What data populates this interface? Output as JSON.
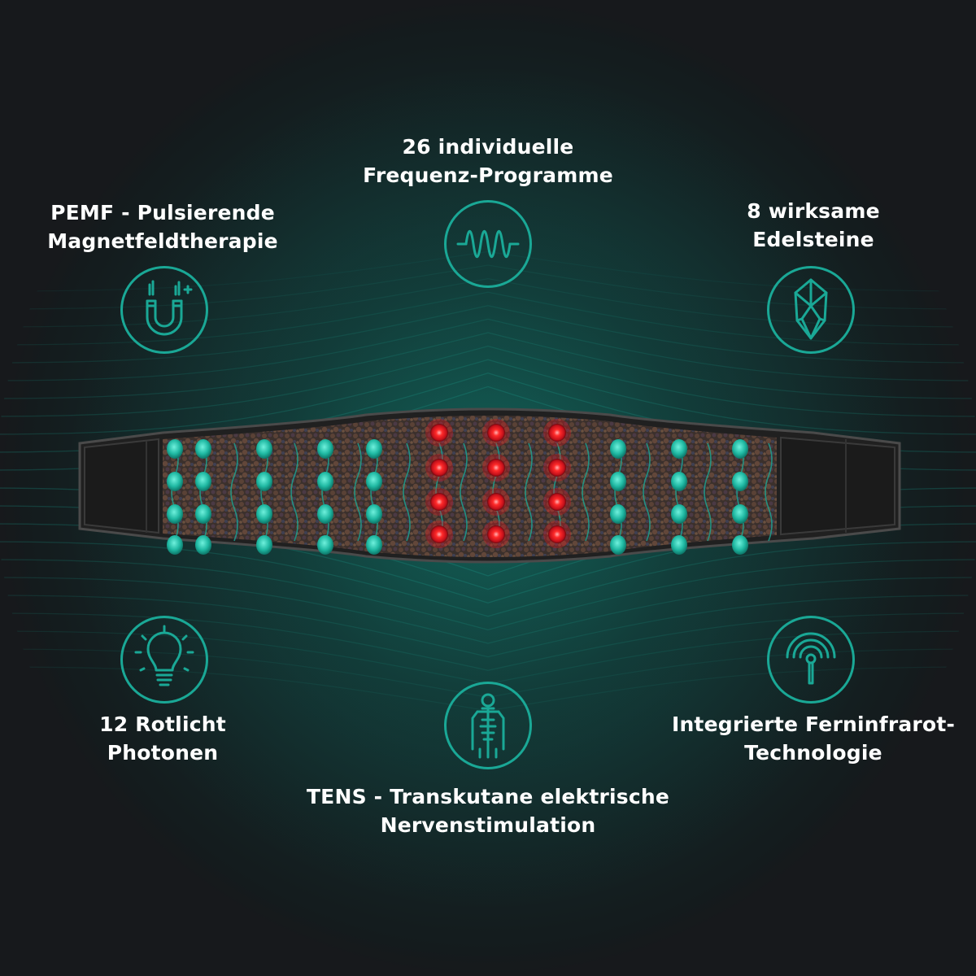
{
  "colors": {
    "background": "#17191c",
    "accent": "#1aa896",
    "text": "#ffffff",
    "led_red": "#e01b23"
  },
  "features": {
    "frequency": {
      "line1": "26 individuelle",
      "line2": "Frequenz-Programme",
      "icon": "sine-wave-icon"
    },
    "pemf": {
      "line1": "PEMF - Pulsierende",
      "line2": "Magnetfeldtherapie",
      "icon": "magnet-icon"
    },
    "gemstones": {
      "line1": "8 wirksame",
      "line2": "Edelsteine",
      "icon": "crystal-icon"
    },
    "redlight": {
      "line1": "12 Rotlicht",
      "line2": "Photonen",
      "icon": "light-bulb-icon"
    },
    "infrared": {
      "line1": "Integrierte Ferninfrarot-",
      "line2": "Technologie",
      "icon": "signal-antenna-icon"
    },
    "tens": {
      "line1": "TENS - Transkutane elektrische",
      "line2": "Nervenstimulation",
      "icon": "human-body-nerves-icon"
    }
  },
  "product": {
    "name": "therapy-belt",
    "red_led_count": 12
  }
}
